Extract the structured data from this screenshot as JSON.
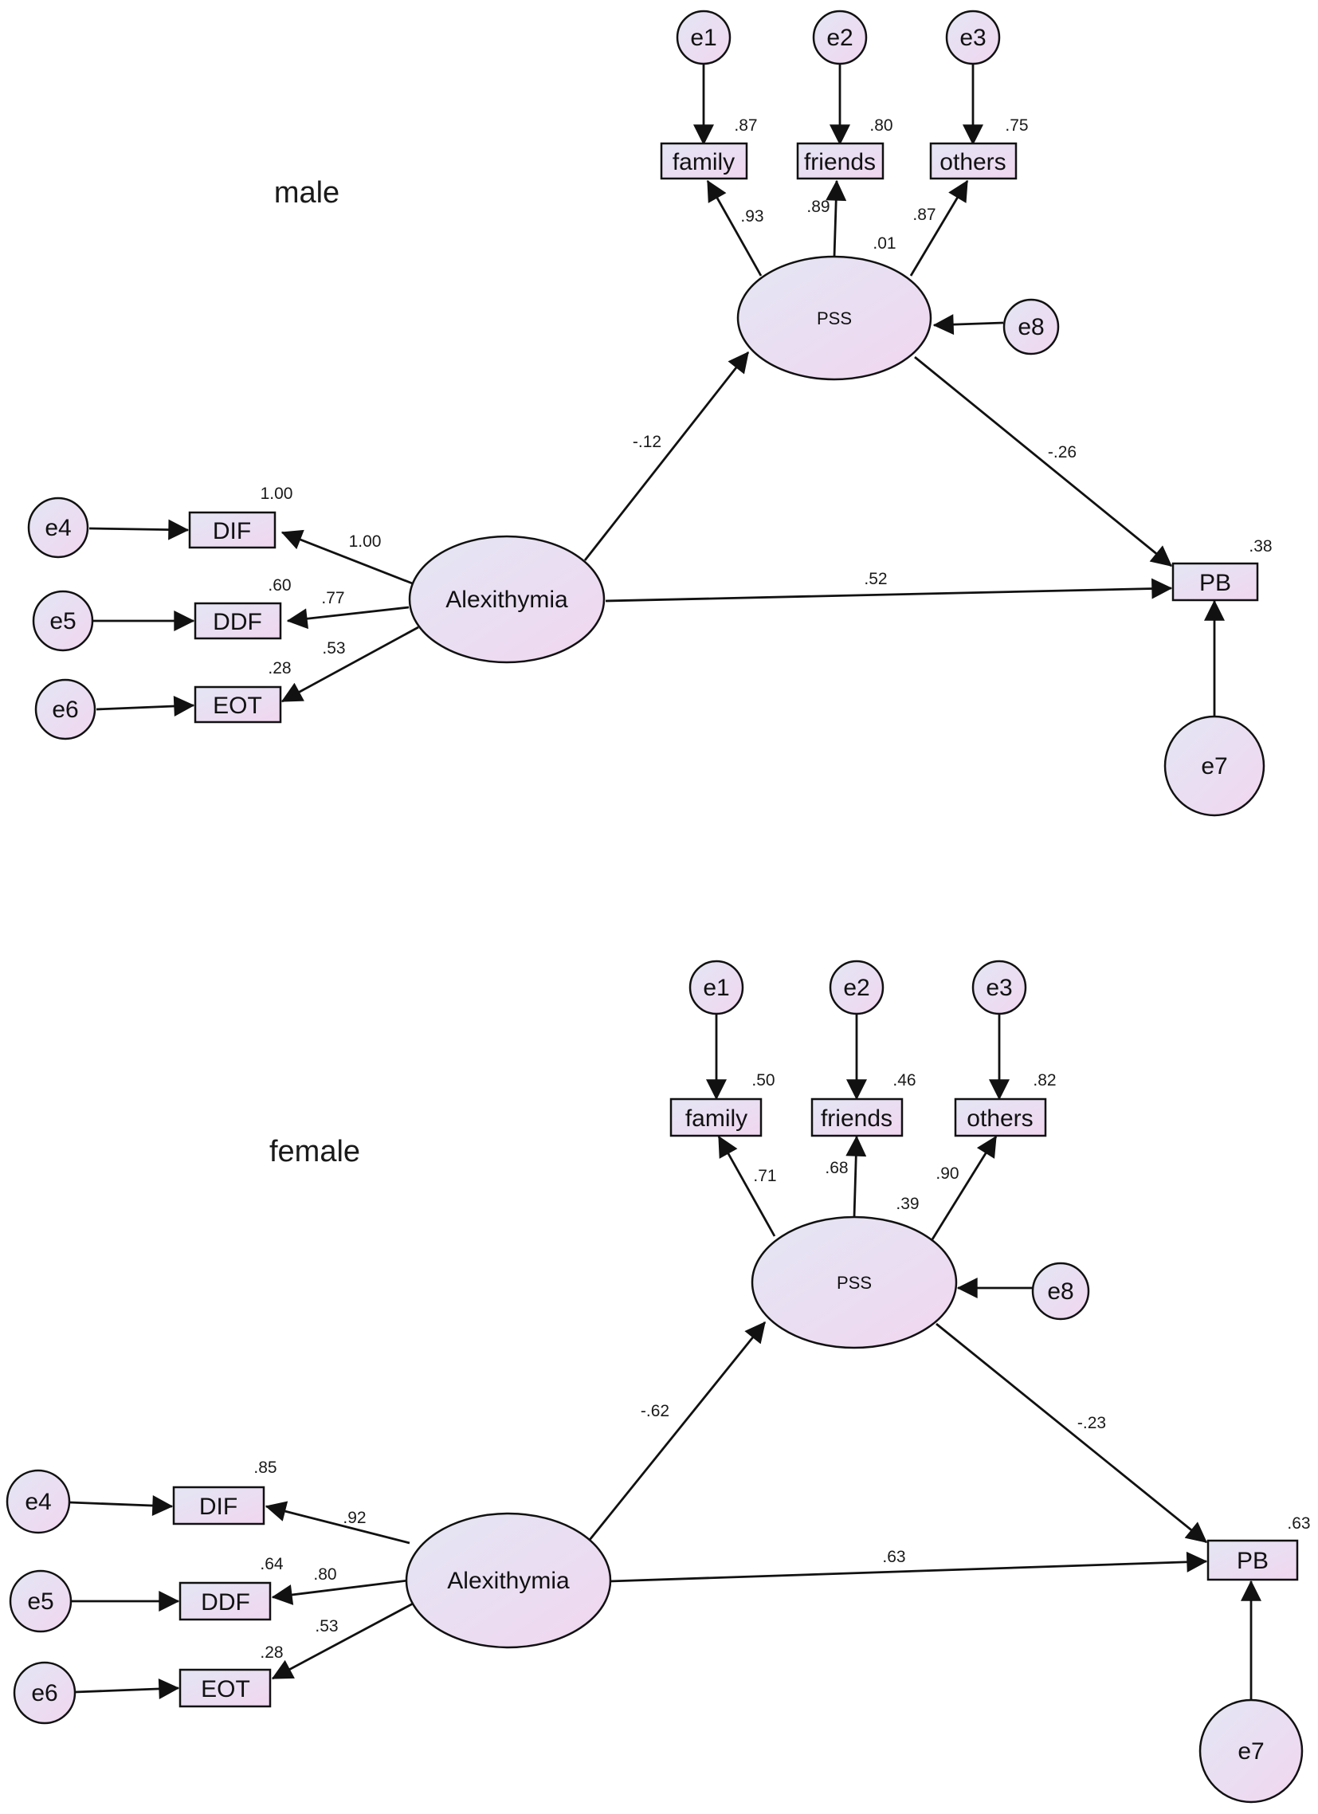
{
  "panels": [
    {
      "id": "male",
      "title": "male",
      "nodes": {
        "e1": "e1",
        "e2": "e2",
        "e3": "e3",
        "e4": "e4",
        "e5": "e5",
        "e6": "e6",
        "e7": "e7",
        "e8": "e8",
        "family": "family",
        "friends": "friends",
        "others": "others",
        "pss": "PSS",
        "alexithymia": "Alexithymia",
        "dif": "DIF",
        "ddf": "DDF",
        "eot": "EOT",
        "pb": "PB"
      },
      "r2": {
        "family": ".87",
        "friends": ".80",
        "others": ".75",
        "pss": ".01",
        "dif": "1.00",
        "ddf": ".60",
        "eot": ".28",
        "pb": ".38"
      },
      "paths": {
        "pss_family": ".93",
        "pss_friends": ".89",
        "pss_others": ".87",
        "alex_pss": "-.12",
        "pss_pb": "-.26",
        "alex_pb": ".52",
        "alex_dif": "1.00",
        "alex_ddf": ".77",
        "alex_eot": ".53"
      }
    },
    {
      "id": "female",
      "title": "female",
      "nodes": {
        "e1": "e1",
        "e2": "e2",
        "e3": "e3",
        "e4": "e4",
        "e5": "e5",
        "e6": "e6",
        "e7": "e7",
        "e8": "e8",
        "family": "family",
        "friends": "friends",
        "others": "others",
        "pss": "PSS",
        "alexithymia": "Alexithymia",
        "dif": "DIF",
        "ddf": "DDF",
        "eot": "EOT",
        "pb": "PB"
      },
      "r2": {
        "family": ".50",
        "friends": ".46",
        "others": ".82",
        "pss": ".39",
        "dif": ".85",
        "ddf": ".64",
        "eot": ".28",
        "pb": ".63"
      },
      "paths": {
        "pss_family": ".71",
        "pss_friends": ".68",
        "pss_others": ".90",
        "alex_pss": "-.62",
        "pss_pb": "-.23",
        "alex_pb": ".63",
        "alex_dif": ".92",
        "alex_ddf": ".80",
        "alex_eot": ".53"
      }
    }
  ],
  "colors": {
    "node_fill_start": "#e4e6f4",
    "node_fill_end": "#f0d6f0",
    "stroke": "#111111"
  }
}
